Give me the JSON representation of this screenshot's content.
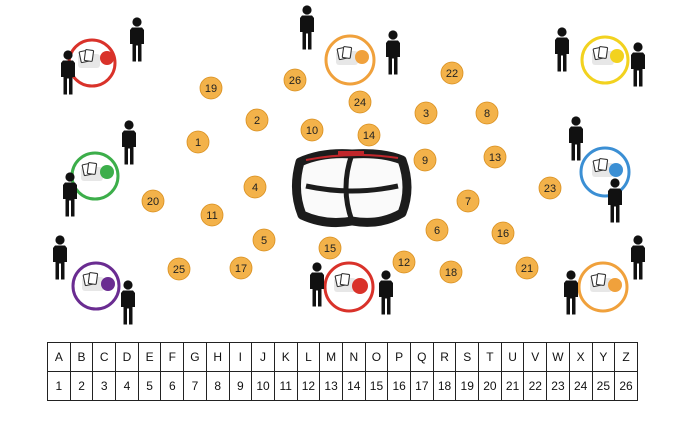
{
  "cones": [
    "1",
    "2",
    "3",
    "4",
    "5",
    "6",
    "7",
    "8",
    "9",
    "10",
    "11",
    "12",
    "13",
    "14",
    "15",
    "16",
    "17",
    "18",
    "19",
    "20",
    "21",
    "22",
    "23",
    "24",
    "25",
    "26"
  ],
  "stations": [
    {
      "id": "red-top-left",
      "color": "#d9322a"
    },
    {
      "id": "orange-top",
      "color": "#f0a13c"
    },
    {
      "id": "yellow-top-right",
      "color": "#f2d21f"
    },
    {
      "id": "green-left",
      "color": "#3cae4a"
    },
    {
      "id": "blue-right",
      "color": "#3b8fd4"
    },
    {
      "id": "purple-bottom-left",
      "color": "#6a2c91"
    },
    {
      "id": "red-bottom",
      "color": "#d9322a"
    },
    {
      "id": "orange-bottom-right",
      "color": "#f0a13c"
    }
  ],
  "icons": {
    "person": "person-icon",
    "cards": "playing-cards-icon",
    "goal": "pop-up-goal-icon"
  },
  "colors": {
    "cone": "#f3b24a",
    "cone_border": "#d98f1e",
    "goal_frame": "#1c1c1c",
    "goal_trim": "#c0262b"
  },
  "cipher": {
    "letters": [
      "A",
      "B",
      "C",
      "D",
      "E",
      "F",
      "G",
      "H",
      "I",
      "J",
      "K",
      "L",
      "M",
      "N",
      "O",
      "P",
      "Q",
      "R",
      "S",
      "T",
      "U",
      "V",
      "W",
      "X",
      "Y",
      "Z"
    ],
    "numbers": [
      "1",
      "2",
      "3",
      "4",
      "5",
      "6",
      "7",
      "8",
      "9",
      "10",
      "11",
      "12",
      "13",
      "14",
      "15",
      "16",
      "17",
      "18",
      "19",
      "20",
      "21",
      "22",
      "23",
      "24",
      "25",
      "26"
    ]
  }
}
